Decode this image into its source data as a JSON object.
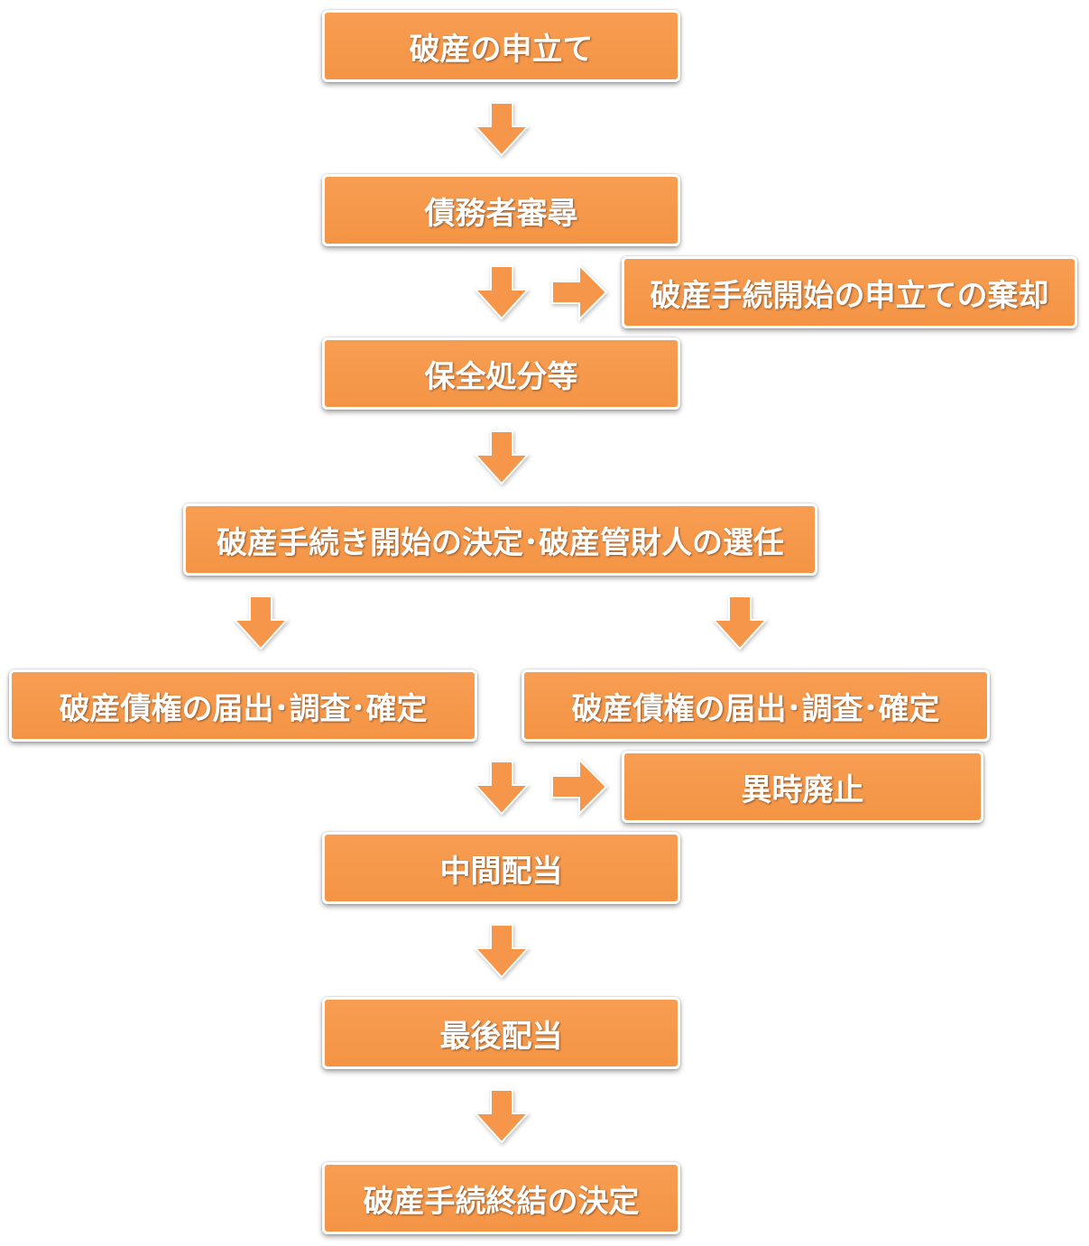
{
  "colors": {
    "box_fill": "#f5964a",
    "arrow_fill": "#f5964a",
    "text": "#ffffff"
  },
  "steps": {
    "petition": "破産の申立て",
    "debtor_hearing": "債務者審尋",
    "dismissal": "破産手続開始の申立ての棄却",
    "preservation": "保全処分等",
    "commencement": "破産手続き開始の決定･破産管財人の選任",
    "claims_left": "破産債権の届出･調査･確定",
    "claims_right": "破産債権の届出･調査･確定",
    "concurrent_abolition": "異時廃止",
    "interim_distribution": "中間配当",
    "final_distribution": "最後配当",
    "termination": "破産手続終結の決定"
  }
}
